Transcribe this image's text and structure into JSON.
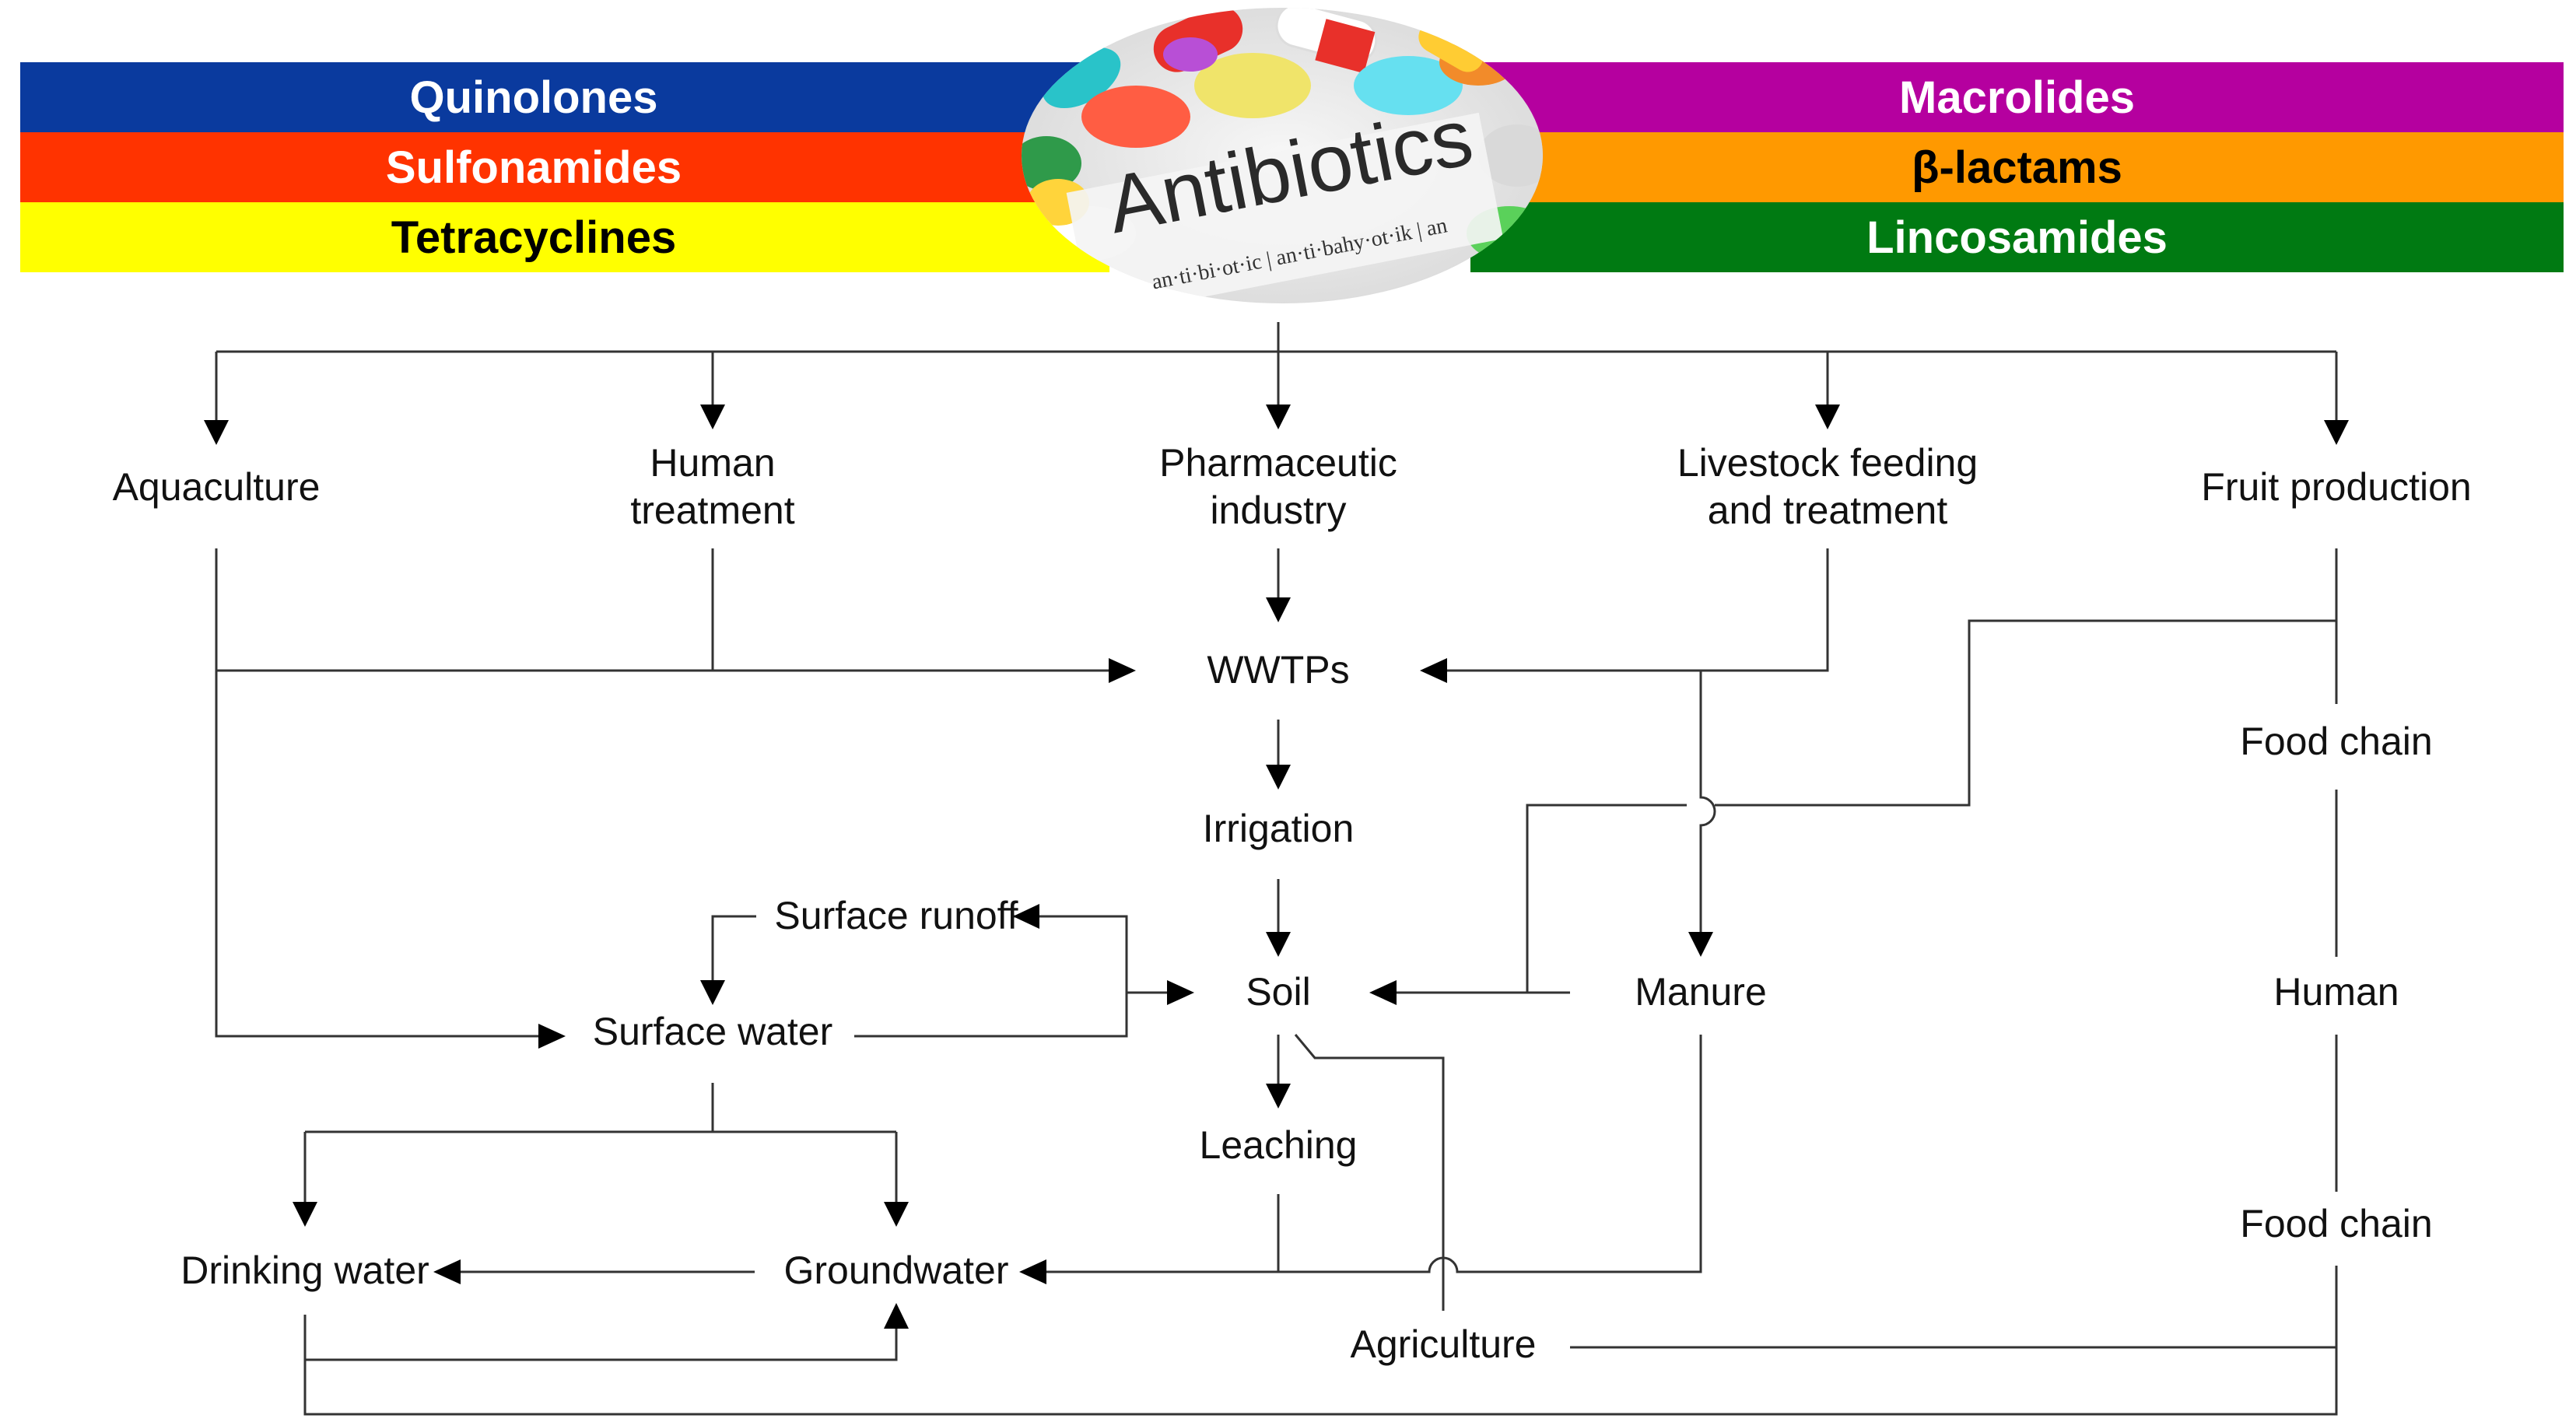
{
  "classes": {
    "left": [
      {
        "label": "Quinolones",
        "bg": "#0a3a9e",
        "fg": "#ffffff"
      },
      {
        "label": "Sulfonamides",
        "bg": "#ff3300",
        "fg": "#ffffff"
      },
      {
        "label": "Tetracyclines",
        "bg": "#ffff00",
        "fg": "#000000"
      }
    ],
    "right": [
      {
        "label": "Macrolides",
        "bg": "#b5009f",
        "fg": "#ffffff"
      },
      {
        "label": "β-lactams",
        "bg": "#ff9900",
        "fg": "#000000"
      },
      {
        "label": "Lincosamides",
        "bg": "#007a12",
        "fg": "#ffffff"
      }
    ]
  },
  "badge": {
    "title": "Antibiotics",
    "caption": "an·ti·bi·ot·ic | an·ti·bahy·ot·ik | an"
  },
  "nodes": {
    "aquaculture": "Aquaculture",
    "human_treatment": [
      "Human",
      "treatment"
    ],
    "pharma": [
      "Pharmaceutic",
      "industry"
    ],
    "livestock": [
      "Livestock feeding",
      "and treatment"
    ],
    "fruit": "Fruit production",
    "wwtps": "WWTPs",
    "irrigation": "Irrigation",
    "surface_runoff": "Surface runoff",
    "surface_water": "Surface water",
    "soil": "Soil",
    "manure": "Manure",
    "leaching": "Leaching",
    "drinking_water": "Drinking water",
    "groundwater": "Groundwater",
    "agriculture": "Agriculture",
    "food_chain_1": "Food chain",
    "human": "Human",
    "food_chain_2": "Food chain"
  }
}
